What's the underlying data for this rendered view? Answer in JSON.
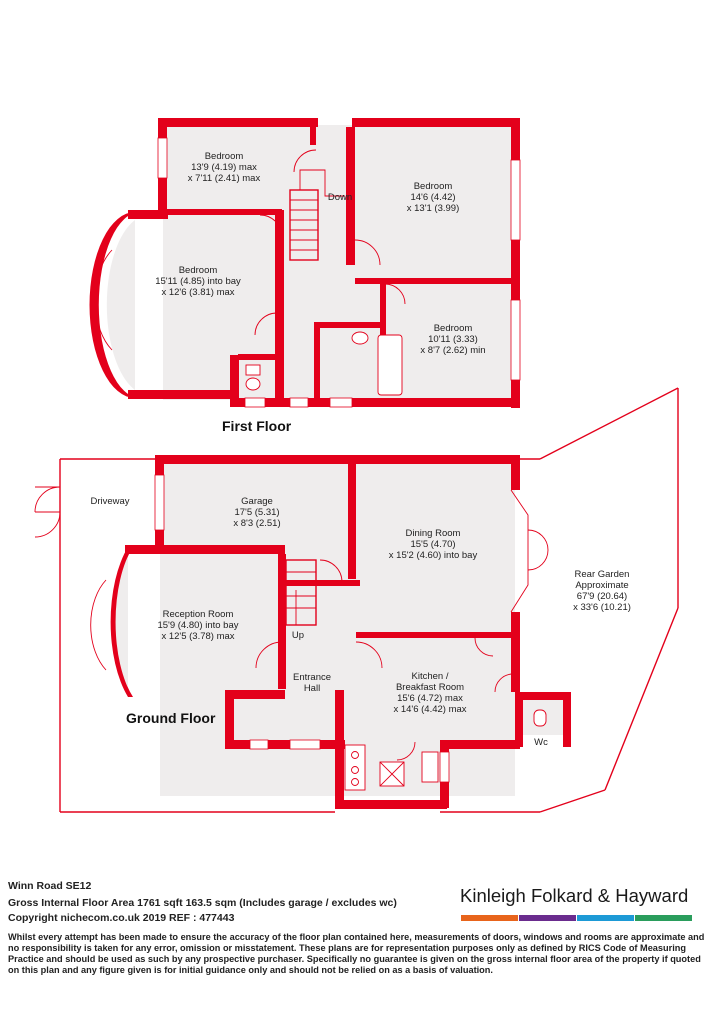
{
  "rooms": {
    "bed1": {
      "name": "Bedroom",
      "size1": "13'9 (4.19) max",
      "size2": "x 7'11 (2.41) max"
    },
    "bed2": {
      "name": "Bedroom",
      "size1": "14'6 (4.42)",
      "size2": "x 13'1 (3.99)"
    },
    "bed3": {
      "name": "Bedroom",
      "size1": "15'11 (4.85) into bay",
      "size2": "x 12'6 (3.81) max"
    },
    "bed4": {
      "name": "Bedroom",
      "size1": "10'11 (3.33)",
      "size2": "x 8'7 (2.62) min"
    },
    "down": "Down",
    "garage": {
      "name": "Garage",
      "size1": "17'5 (5.31)",
      "size2": "x 8'3 (2.51)"
    },
    "dining": {
      "name": "Dining Room",
      "size1": "15'5 (4.70)",
      "size2": "x 15'2 (4.60) into bay"
    },
    "reception": {
      "name": "Reception Room",
      "size1": "15'9 (4.80) into bay",
      "size2": "x 12'5 (3.78) max"
    },
    "kitchen": {
      "name": "Kitchen /",
      "name2": "Breakfast Room",
      "size1": "15'6 (4.72) max",
      "size2": "x 14'6 (4.42) max"
    },
    "hall": {
      "name": "Entrance",
      "name2": "Hall"
    },
    "up": "Up",
    "wc": "Wc",
    "driveway": "Driveway",
    "garden": {
      "name": "Rear Garden",
      "name2": "Approximate",
      "size1": "67'9 (20.64)",
      "size2": "x 33'6 (10.21)"
    }
  },
  "floors": {
    "first": "First Floor",
    "ground": "Ground Floor"
  },
  "footer": {
    "address": "Winn Road SE12",
    "area": "Gross Internal Floor Area 1761 sqft 163.5 sqm (Includes garage / excludes wc)",
    "copyright": "Copyright nichecom.co.uk 2019 REF : 477443",
    "disclaimer": "Whilst every attempt has been made to ensure the accuracy of the floor plan contained here, measurements of doors, windows and rooms are approximate and no responsibility is taken for any error, omission or misstatement.  These plans are for representation purposes only as defined by RICS Code of Measuring Practice and should be used as such by any prospective purchaser.  Specifically no guarantee is given on the gross internal floor area of the property if quoted on this plan and any figure given is for initial guidance only and should not be relied on as a basis of valuation."
  },
  "brand": {
    "name": "Kinleigh Folkard & Hayward",
    "colors": [
      "#e8641b",
      "#6a2c8e",
      "#1d9ad6",
      "#2a9d5c"
    ]
  },
  "colors": {
    "wall": "#e3001b",
    "floor": "#efeded"
  }
}
